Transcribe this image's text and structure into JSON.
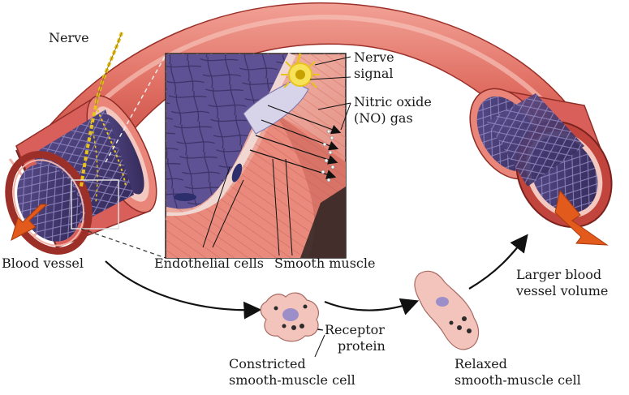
{
  "labels": {
    "nerve": "Nerve",
    "nerve_signal_line1": "Nerve",
    "nerve_signal_line2": "signal",
    "nitric_oxide_line1": "Nitric oxide",
    "nitric_oxide_line2": "(NO) gas",
    "blood_vessel": "Blood vessel",
    "endothelial_cells": "Endothelial cells",
    "smooth_muscle": "Smooth muscle",
    "larger_volume_line1": "Larger blood",
    "larger_volume_line2": "vessel volume",
    "receptor_line1": "Receptor",
    "receptor_line2": "protein",
    "constricted_line1": "Constricted",
    "constricted_line2": "smooth-muscle cell",
    "relaxed_line1": "Relaxed",
    "relaxed_line2": "smooth-muscle cell"
  },
  "colors": {
    "vessel_outer": "#e0685e",
    "vessel_dark": "#b23a33",
    "vessel_light": "#f4a79d",
    "lumen": "#4a3c78",
    "lumen_mesh": "#8b80b8",
    "nerve_yellow": "#e8c31c",
    "cell_pink": "#f3c4bb",
    "nucleus": "#9c8fc9",
    "arrow_orange": "#e25a1c"
  }
}
